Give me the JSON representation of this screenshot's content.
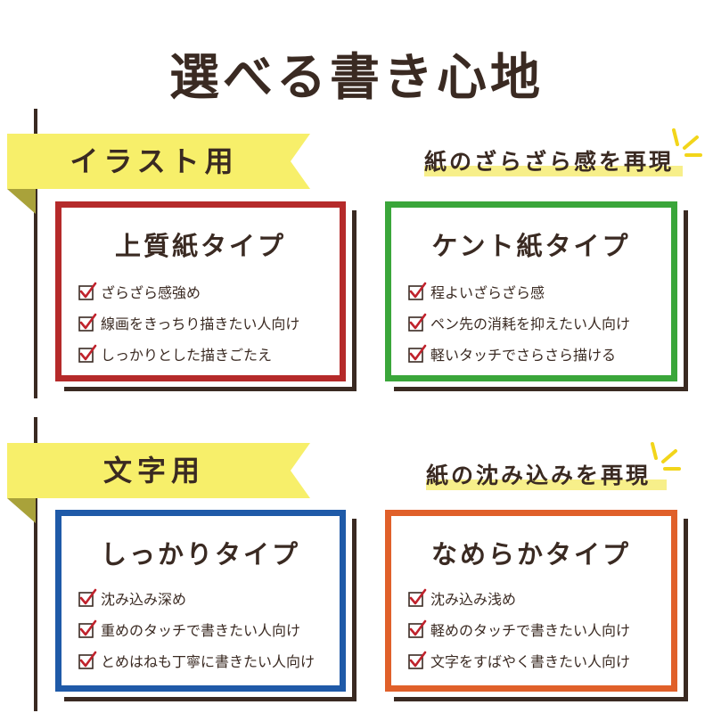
{
  "title": "選べる書き心地",
  "sections": [
    {
      "label": "イラスト用",
      "feature": "紙のざらざら感を再現",
      "cards": [
        {
          "title": "上質紙タイプ",
          "color": "#b52a2a",
          "items": [
            "ざらざら感強め",
            "線画をきっちり描きたい人向け",
            "しっかりとした描きごたえ"
          ]
        },
        {
          "title": "ケント紙タイプ",
          "color": "#3aa63a",
          "items": [
            "程よいざらざら感",
            "ペン先の消耗を抑えたい人向け",
            "軽いタッチでさらさら描ける"
          ]
        }
      ]
    },
    {
      "label": "文字用",
      "feature": "紙の沈み込みを再現",
      "cards": [
        {
          "title": "しっかりタイプ",
          "color": "#1f5aa8",
          "items": [
            "沈み込み深め",
            "重めのタッチで書きたい人向け",
            "とめはねも丁寧に書きたい人向け"
          ]
        },
        {
          "title": "なめらかタイプ",
          "color": "#e0602a",
          "items": [
            "沈み込み浅め",
            "軽めのタッチで書きたい人向け",
            "文字をすばやく書きたい人向け"
          ]
        }
      ]
    }
  ],
  "colors": {
    "banner": "#f7ef6a",
    "banner_fold": "#a9a23a",
    "text": "#3a2a22",
    "check": "#c0222c",
    "sparks": "#f2d51a"
  }
}
